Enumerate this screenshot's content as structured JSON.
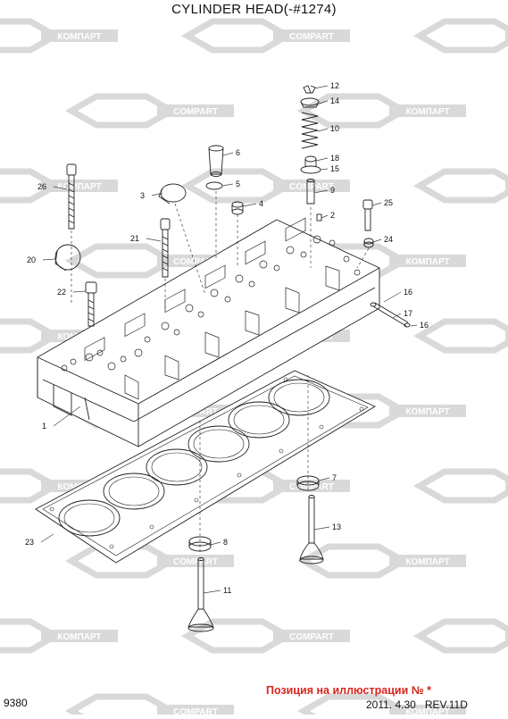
{
  "title": "CYLINDER HEAD(-#1274)",
  "watermark": {
    "text_a": "КОМПАРТ",
    "text_b": "COMPART",
    "color": "#d9d9d9"
  },
  "callouts": [
    "1",
    "2",
    "3",
    "4",
    "5",
    "6",
    "7",
    "8",
    "9",
    "10",
    "11",
    "12",
    "13",
    "14",
    "15",
    "16",
    "16",
    "17",
    "18",
    "20",
    "21",
    "22",
    "23",
    "24",
    "25",
    "26"
  ],
  "footer": {
    "page_number": "9380",
    "note": "Позиция на иллюстрации № *",
    "date": "2011. 4.30",
    "revision": "REV.11D"
  },
  "colors": {
    "line": "#222222",
    "note": "#d7261e"
  }
}
